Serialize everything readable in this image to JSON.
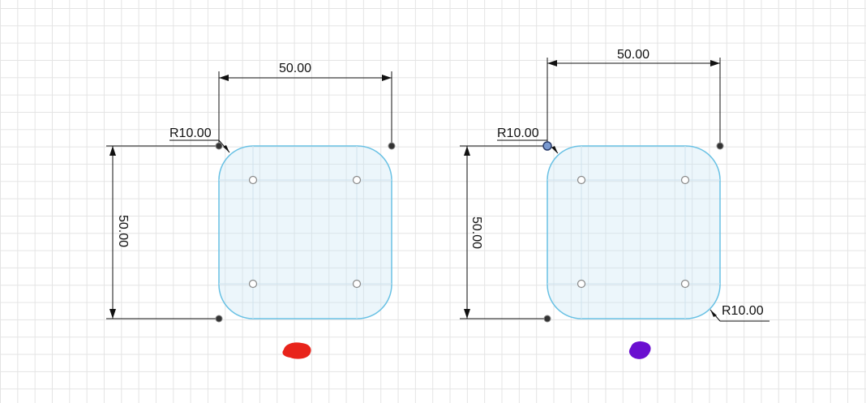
{
  "sketches": [
    {
      "width_label": "50.00",
      "height_label": "50.00",
      "radius_labels": [
        "R10.00"
      ],
      "selected_endpoint": false,
      "marker_color": "#e8231a"
    },
    {
      "width_label": "50.00",
      "height_label": "50.00",
      "radius_labels": [
        "R10.00",
        "R10.00"
      ],
      "selected_endpoint": true,
      "marker_color": "#6a0fd0"
    }
  ]
}
